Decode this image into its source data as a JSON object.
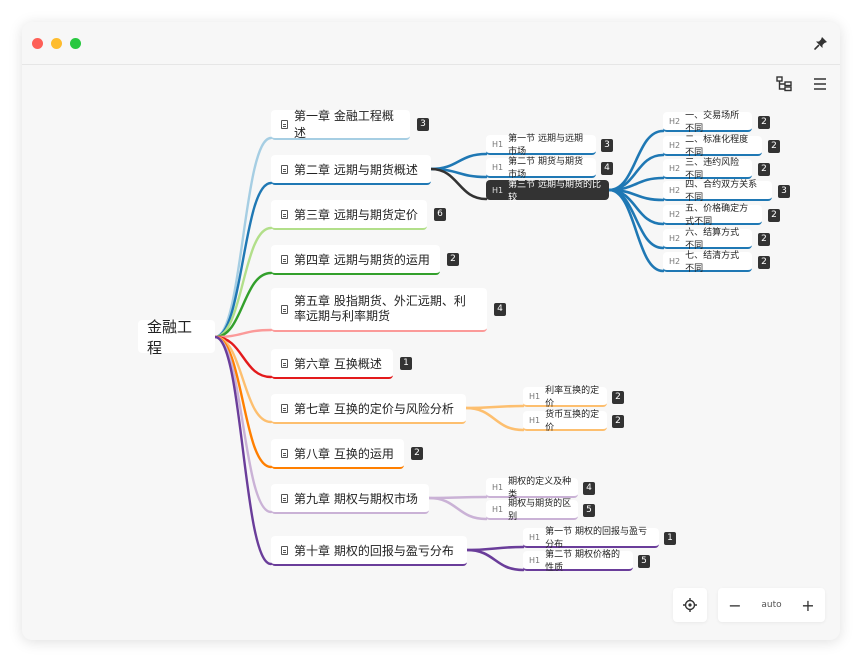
{
  "root": {
    "label": "金融工程"
  },
  "zoom": {
    "minus": "−",
    "plus": "+",
    "level": "auto"
  },
  "colors": [
    "#a6cee3",
    "#1f78b4",
    "#b2df8a",
    "#33a02c",
    "#fb9a99",
    "#e31a1c",
    "#fdbf6f",
    "#ff7f00",
    "#cab2d6",
    "#6a3d9a"
  ],
  "chapters": [
    {
      "label": "第一章 金融工程概述",
      "count": "3",
      "children": []
    },
    {
      "label": "第二章 远期与期货概述",
      "count": "",
      "children": [
        {
          "h": "H1",
          "label": "第一节 远期与远期市场",
          "count": "3"
        },
        {
          "h": "H1",
          "label": "第二节 期货与期货市场",
          "count": "4"
        },
        {
          "h": "H1",
          "label": "第三节 远期与期货的比较",
          "count": "",
          "active": true
        }
      ]
    },
    {
      "label": "第三章 远期与期货定价",
      "count": "6",
      "children": []
    },
    {
      "label": "第四章 远期与期货的运用",
      "count": "2",
      "children": []
    },
    {
      "label1": "第五章 股指期货、外汇远期、利",
      "label2": "率远期与利率期货",
      "count": "4",
      "children": []
    },
    {
      "label": "第六章 互换概述",
      "count": "1",
      "children": []
    },
    {
      "label": "第七章 互换的定价与风险分析",
      "count": "",
      "children": [
        {
          "h": "H1",
          "label": "利率互换的定价",
          "count": "2"
        },
        {
          "h": "H1",
          "label": "货币互换的定价",
          "count": "2"
        }
      ]
    },
    {
      "label": "第八章 互换的运用",
      "count": "2",
      "children": []
    },
    {
      "label": "第九章 期权与期权市场",
      "count": "",
      "children": [
        {
          "h": "H1",
          "label": "期权的定义及种类",
          "count": "4"
        },
        {
          "h": "H1",
          "label": "期权与期货的区别",
          "count": "5"
        }
      ]
    },
    {
      "label": "第十章 期权的回报与盈亏分布",
      "count": "",
      "children": [
        {
          "h": "H1",
          "label": "第一节 期权的回报与盈亏分布",
          "count": "1"
        },
        {
          "h": "H1",
          "label": "第二节 期权价格的性质",
          "count": "5"
        }
      ]
    }
  ],
  "comparison": [
    {
      "h": "H2",
      "label": "一、交易场所不同",
      "count": "2"
    },
    {
      "h": "H2",
      "label": "二、标准化程度不同",
      "count": "2"
    },
    {
      "h": "H2",
      "label": "三、违约风险不同",
      "count": "2"
    },
    {
      "h": "H2",
      "label": "四、合约双方关系不同",
      "count": "3"
    },
    {
      "h": "H2",
      "label": "五、价格确定方式不同",
      "count": "2"
    },
    {
      "h": "H2",
      "label": "六、结算方式不同",
      "count": "2"
    },
    {
      "h": "H2",
      "label": "七、结清方式不同",
      "count": "2"
    }
  ]
}
